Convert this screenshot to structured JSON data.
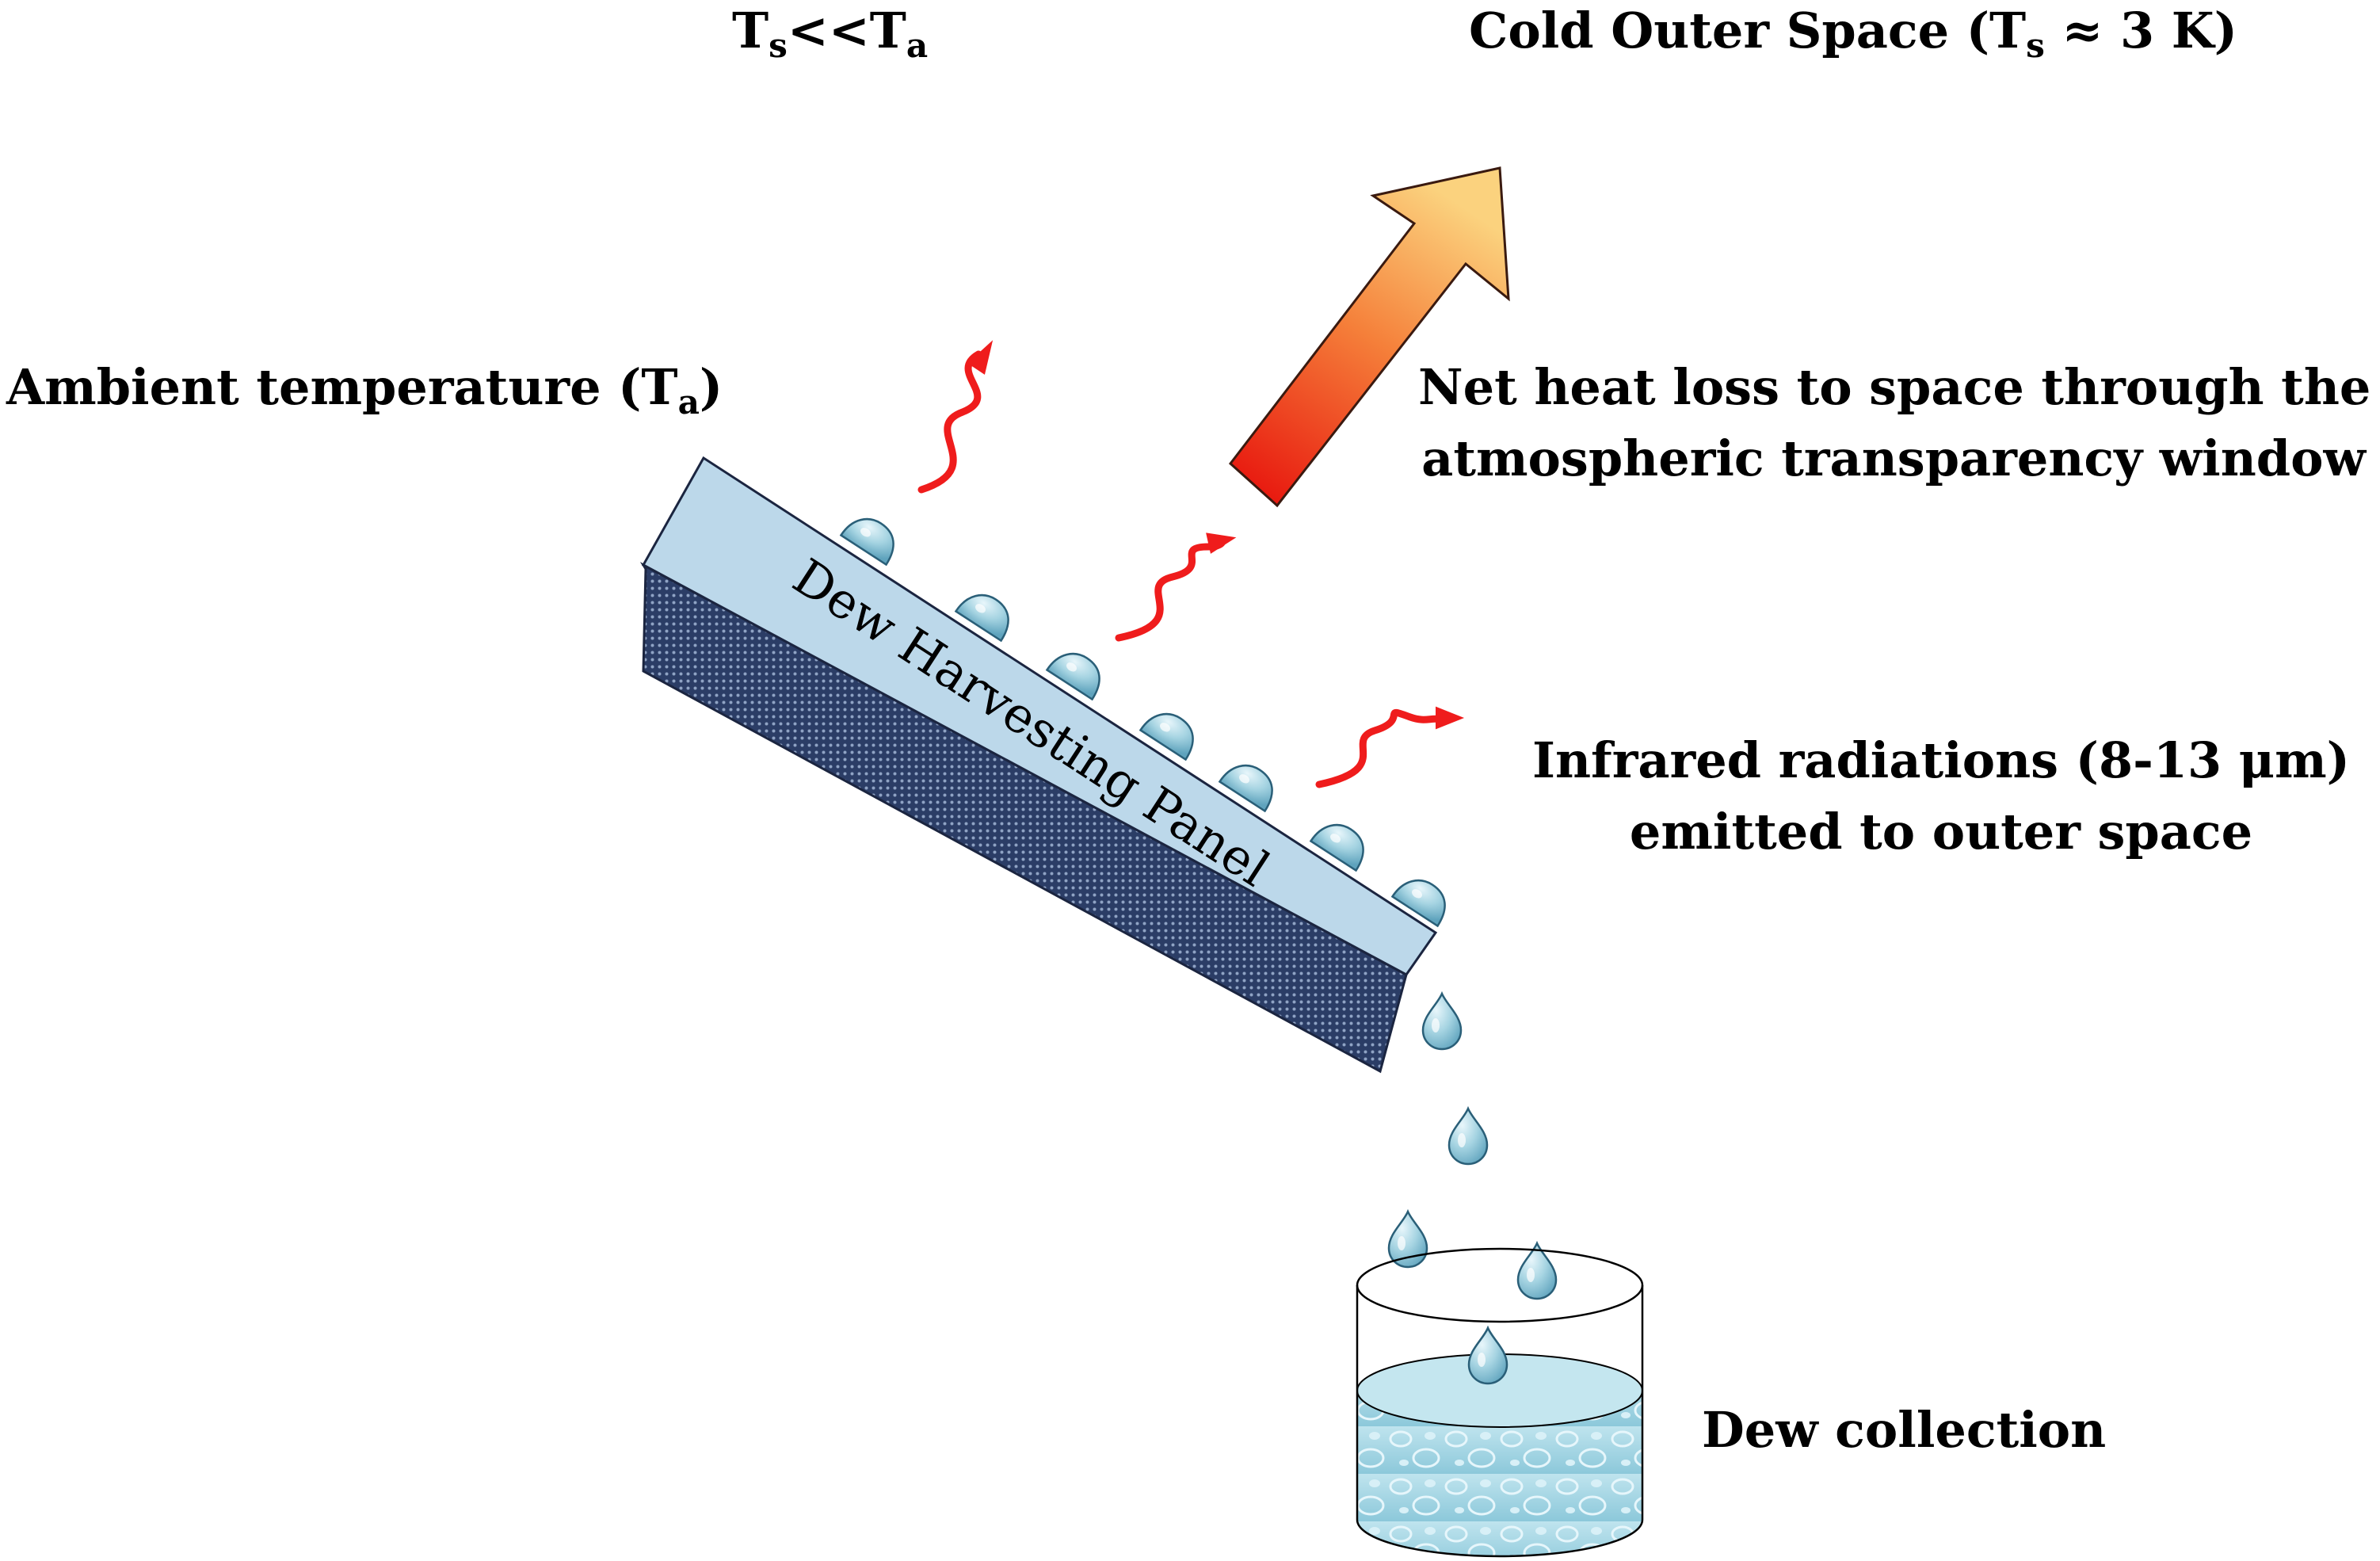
{
  "labels": {
    "ts_lt_ta": {
      "t1": "T",
      "s1": "s",
      "mid": "<<T",
      "s2": "a"
    },
    "cold_space": {
      "pre": "Cold Outer Space (T",
      "sub": "s",
      "post": " ≈ 3 K)"
    },
    "ambient": {
      "pre": "Ambient temperature (T",
      "sub": "a",
      "post": ")"
    },
    "heat_loss": {
      "line1": "Net heat loss to space through the",
      "line2": "atmospheric transparency window"
    },
    "infrared": {
      "line1": "Infrared radiations (8-13 μm)",
      "line2": "emitted to outer space"
    },
    "panel": "Dew Harvesting Panel",
    "collection": "Dew collection"
  },
  "colors": {
    "panel_top": "#bcd8ea",
    "panel_base": "#2b3d66",
    "droplet": "#a6d4e2",
    "droplet_stroke": "#2a5f78",
    "radiation": "#ef1c1c",
    "arrow_start": "#e8180f",
    "arrow_end": "#fbd27e",
    "water": "#a9d9e6"
  },
  "icons": [
    "droplet-icon",
    "wavy-radiation-arrow-icon",
    "heat-loss-arrow-icon",
    "beaker-icon"
  ]
}
